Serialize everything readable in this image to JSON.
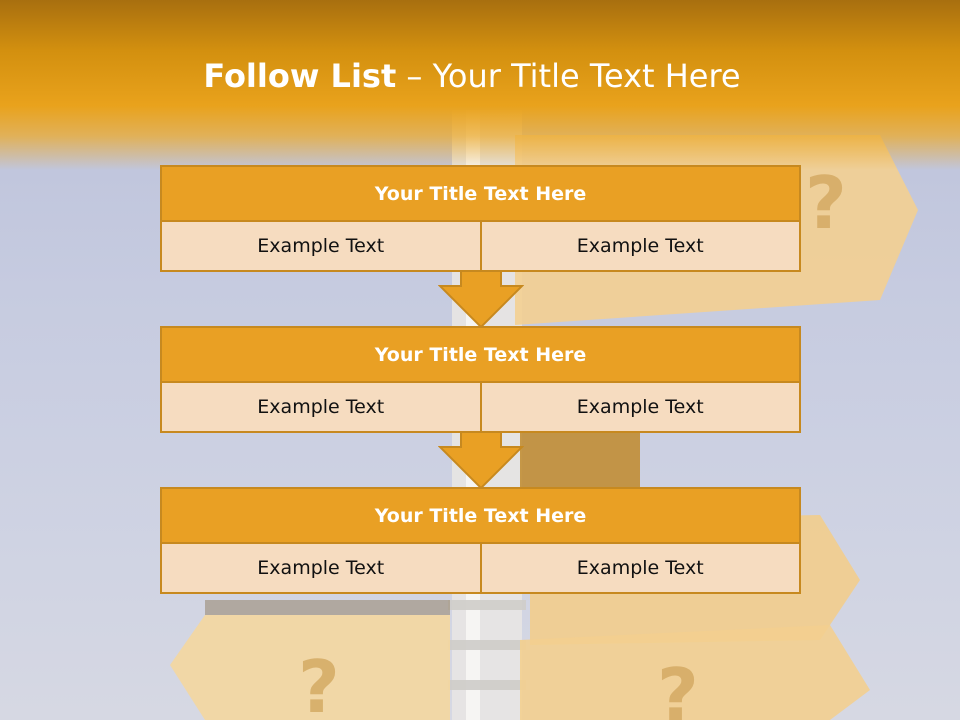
{
  "title": {
    "bold_part": "Follow List",
    "rest_part": " – Your Title Text Here"
  },
  "colors": {
    "header": "#e9a024",
    "cell": "#f6dcc0",
    "border": "#c7891f",
    "background_sky": "#c6cbe0"
  },
  "blocks": [
    {
      "title": "Your Title Text Here",
      "left": "Example Text",
      "right": "Example Text"
    },
    {
      "title": "Your Title Text Here",
      "left": "Example Text",
      "right": "Example Text"
    },
    {
      "title": "Your Title Text Here",
      "left": "Example Text",
      "right": "Example Text"
    }
  ],
  "background_icons": [
    "question-mark",
    "question-mark",
    "question-mark"
  ]
}
